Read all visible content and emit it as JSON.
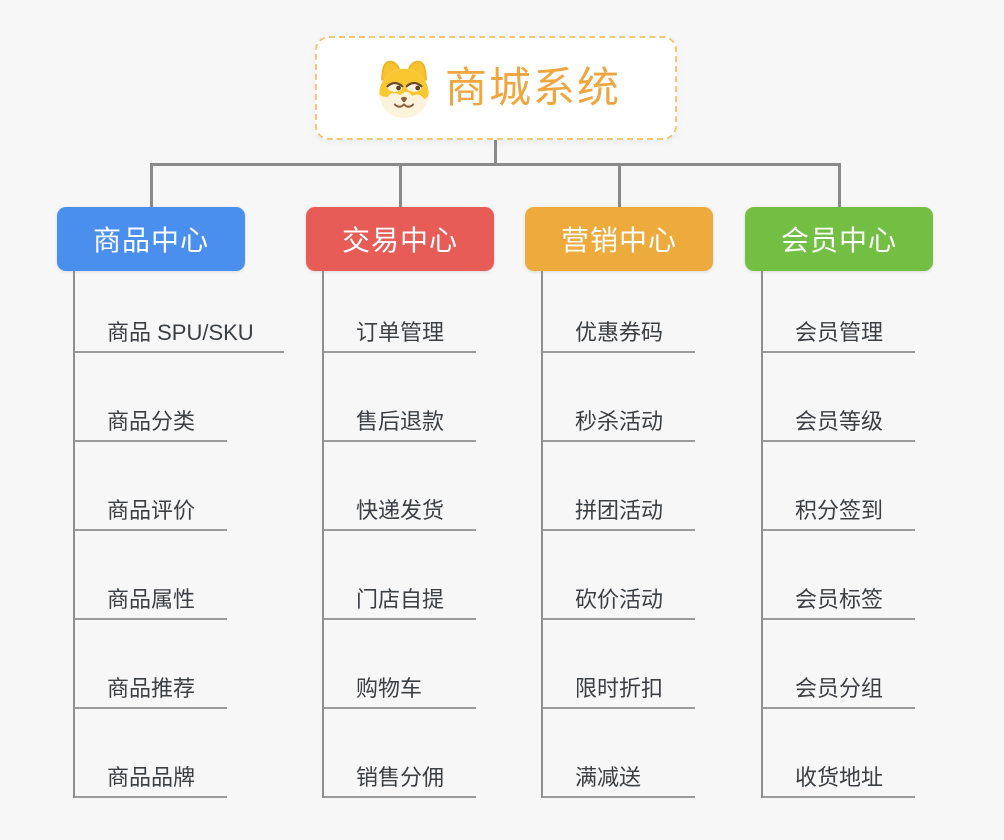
{
  "root": {
    "title": "商城系统",
    "title_color": "#f0a63e",
    "border_color": "#f3c678",
    "icon": "dog-face-icon"
  },
  "connector_color": "#8a8a8a",
  "branches": [
    {
      "label": "商品中心",
      "color": "#4a8fee",
      "items": [
        "商品 SPU/SKU",
        "商品分类",
        "商品评价",
        "商品属性",
        "商品推荐",
        "商品品牌"
      ]
    },
    {
      "label": "交易中心",
      "color": "#e85c57",
      "items": [
        "订单管理",
        "售后退款",
        "快递发货",
        "门店自提",
        "购物车",
        "销售分佣"
      ]
    },
    {
      "label": "营销中心",
      "color": "#edab3e",
      "items": [
        "优惠券码",
        "秒杀活动",
        "拼团活动",
        "砍价活动",
        "限时折扣",
        "满减送"
      ]
    },
    {
      "label": "会员中心",
      "color": "#73bf43",
      "items": [
        "会员管理",
        "会员等级",
        "积分签到",
        "会员标签",
        "会员分组",
        "收货地址"
      ]
    }
  ]
}
